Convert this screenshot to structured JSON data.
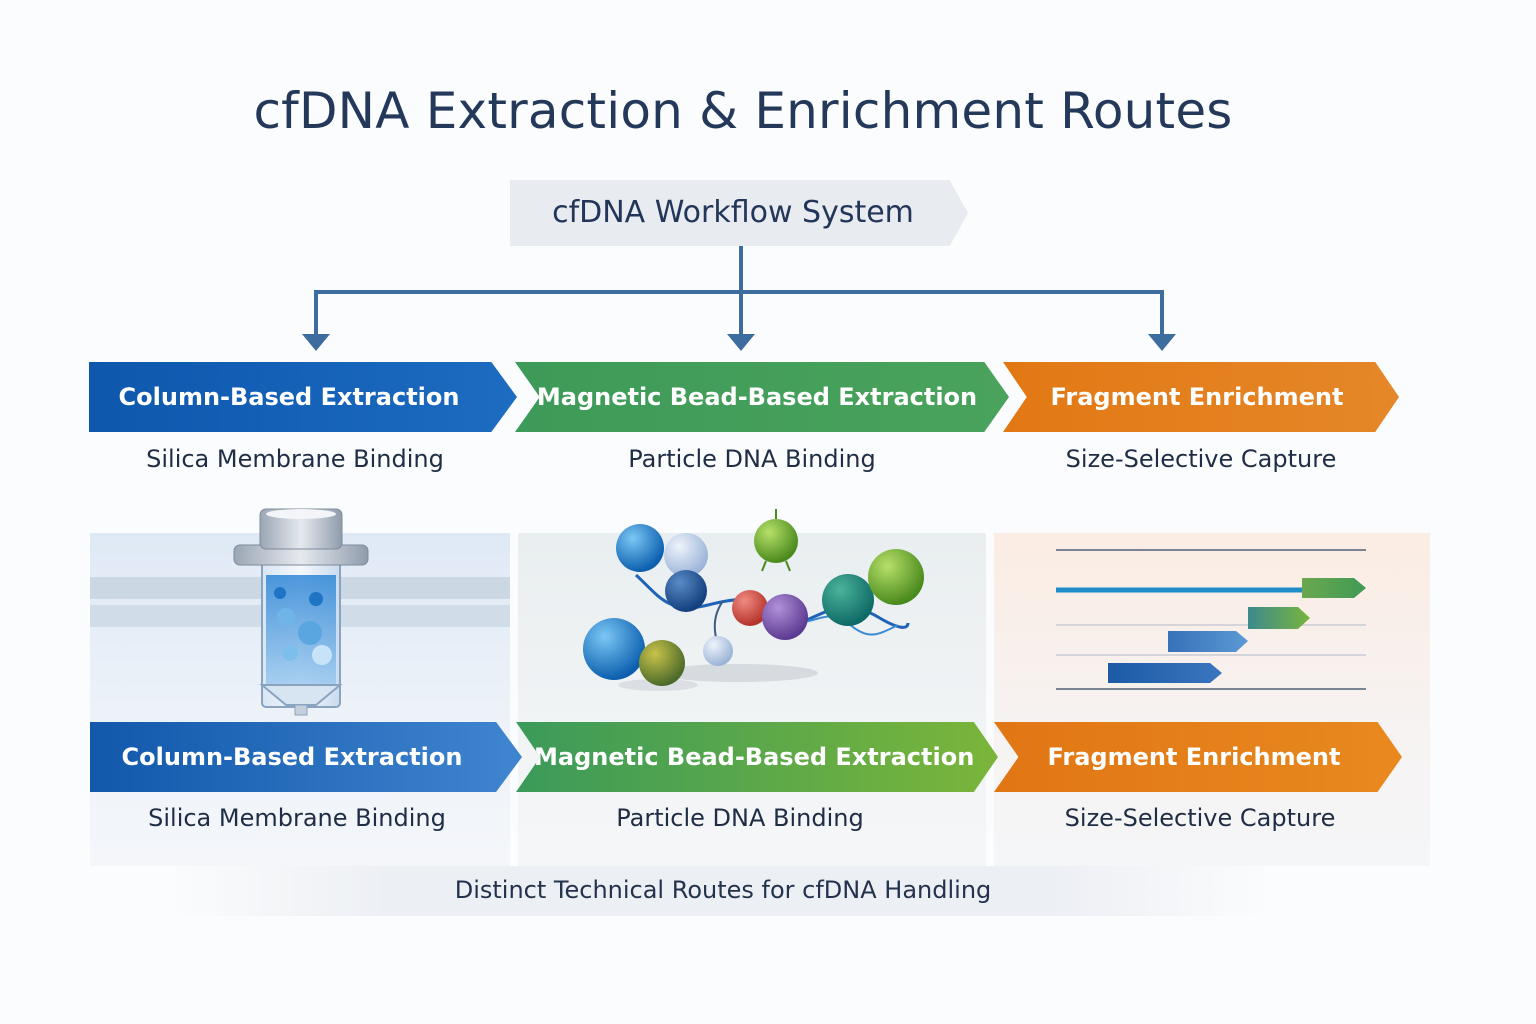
{
  "title": "cfDNA Extraction & Enrichment Routes",
  "root": {
    "label": "cfDNA Workflow System"
  },
  "colors": {
    "blue": "#1660b3",
    "green": "#3f9a56",
    "orange": "#e07818",
    "connector": "#3d6d9e"
  },
  "routes_top": [
    {
      "label": "Column-Based Extraction",
      "sublabel": "Silica Membrane Binding"
    },
    {
      "label": "Magnetic Bead-Based Extraction",
      "sublabel": "Particle DNA Binding"
    },
    {
      "label": "Fragment Enrichment",
      "sublabel": "Size-Selective Capture"
    }
  ],
  "routes_bottom": [
    {
      "label": "Column-Based Extraction",
      "sublabel": "Silica Membrane Binding",
      "illustration": "spin-column-icon"
    },
    {
      "label": "Magnetic Bead-Based Extraction",
      "sublabel": "Particle DNA Binding",
      "illustration": "magnetic-beads-icon"
    },
    {
      "label": "Fragment Enrichment",
      "sublabel": "Size-Selective Capture",
      "illustration": "fragment-size-bars-icon"
    }
  ],
  "footer": "Distinct Technical Routes for cfDNA Handling"
}
